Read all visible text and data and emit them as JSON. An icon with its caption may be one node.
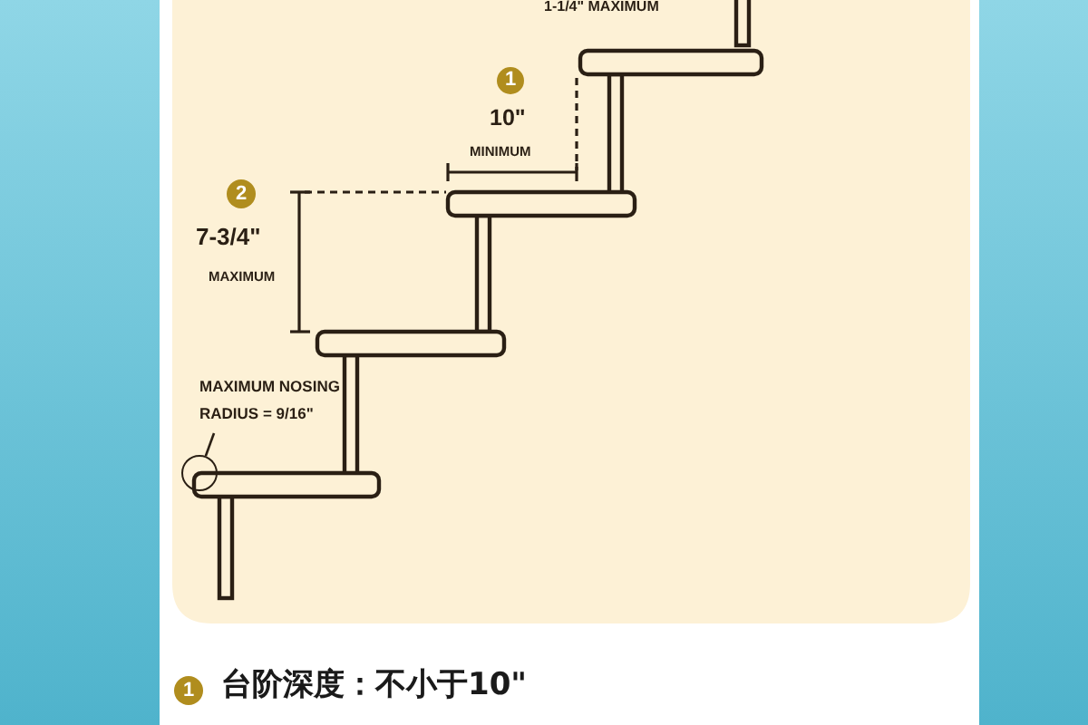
{
  "diagram": {
    "nodes": [
      {
        "text": [
          "1"
        ]
      },
      {
        "text": [
          "2"
        ]
      },
      {
        "text": [
          "MAXIMUM NOSING RADIUS = 9/16\""
        ]
      },
      {
        "text": [],
        "shape": "circle"
      },
      {
        "text": [
          "1"
        ]
      }
    ],
    "edges": [
      {
        "from": 2,
        "to": 3,
        "arrow": "none"
      }
    ],
    "labels": [
      "1-1/4\" MAXIMUM",
      "10\"",
      "MINIMUM",
      "7-3/4\"",
      "MAXIMUM",
      "台阶深度：不小于**10\"**"
    ]
  }
}
